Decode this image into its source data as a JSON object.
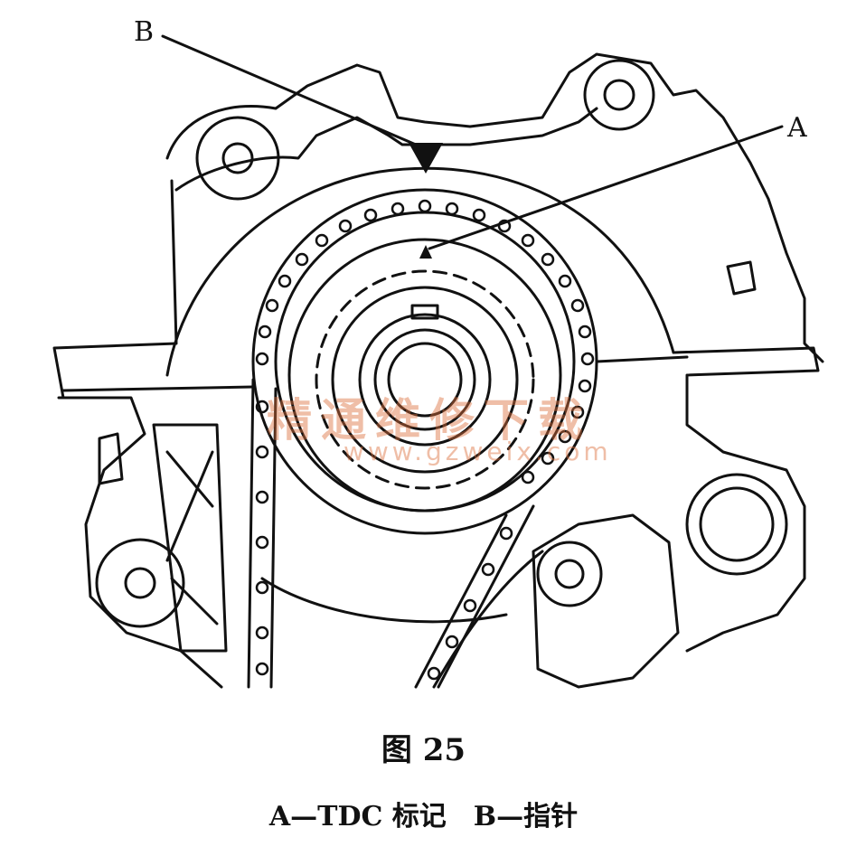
{
  "figure": {
    "callouts": {
      "a": "A",
      "b": "B"
    },
    "figure_number": "图 25",
    "caption": "A—TDC 标记　B—指针",
    "watermark": {
      "text_cn": "精通维修下载",
      "url": "www.gzweix.com"
    }
  },
  "colors": {
    "line": "#111111",
    "paper": "#ffffff",
    "watermark": "#dc6e3c"
  }
}
